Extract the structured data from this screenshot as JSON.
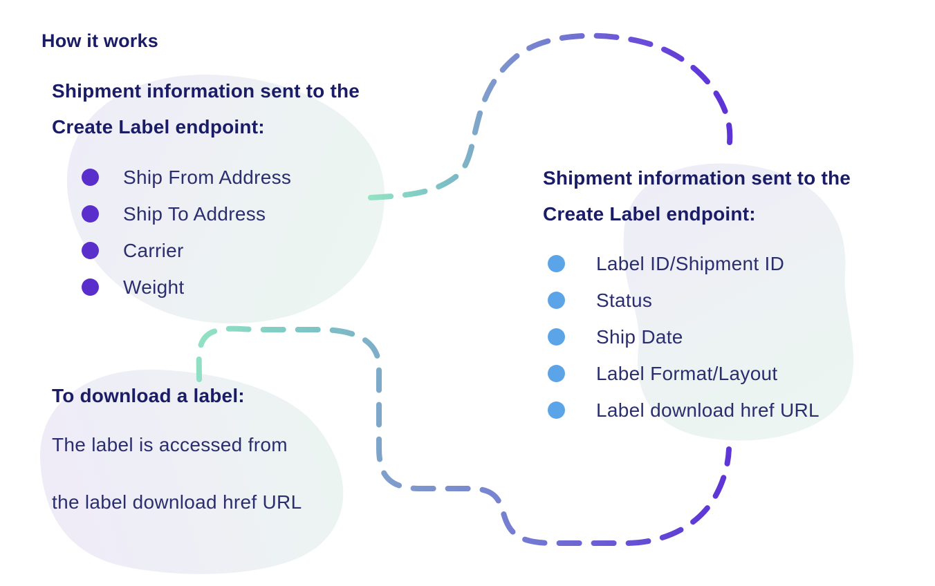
{
  "page": {
    "title": "How it works"
  },
  "left_section": {
    "heading_line1": "Shipment information sent to the",
    "heading_line2": "Create Label endpoint:",
    "items": [
      "Ship From Address",
      "Ship To Address",
      "Carrier",
      "Weight"
    ]
  },
  "right_section": {
    "heading_line1": "Shipment information sent to the",
    "heading_line2": "Create Label endpoint:",
    "items": [
      "Label ID/Shipment ID",
      "Status",
      "Ship Date",
      "Label Format/Layout",
      "Label download href URL"
    ]
  },
  "download_section": {
    "heading": "To download a label:",
    "body_line1": "The label is accessed from",
    "body_line2": "the label download href URL"
  },
  "colors": {
    "heading_text": "#1b1c66",
    "body_text": "#2b2e6e",
    "bullet_purple": "#5a2ecb",
    "bullet_blue": "#5ca4e8",
    "connector_mint": "#93e2c3",
    "connector_teal": "#7cc6c5",
    "connector_steel_blue": "#7f9bcb",
    "connector_slate_blue": "#7379d2",
    "connector_purple": "#6a4ed8",
    "connector_deep_purple": "#5c31d6",
    "blob_lavender": "#efecf8",
    "blob_mint": "#ecf5f1"
  }
}
